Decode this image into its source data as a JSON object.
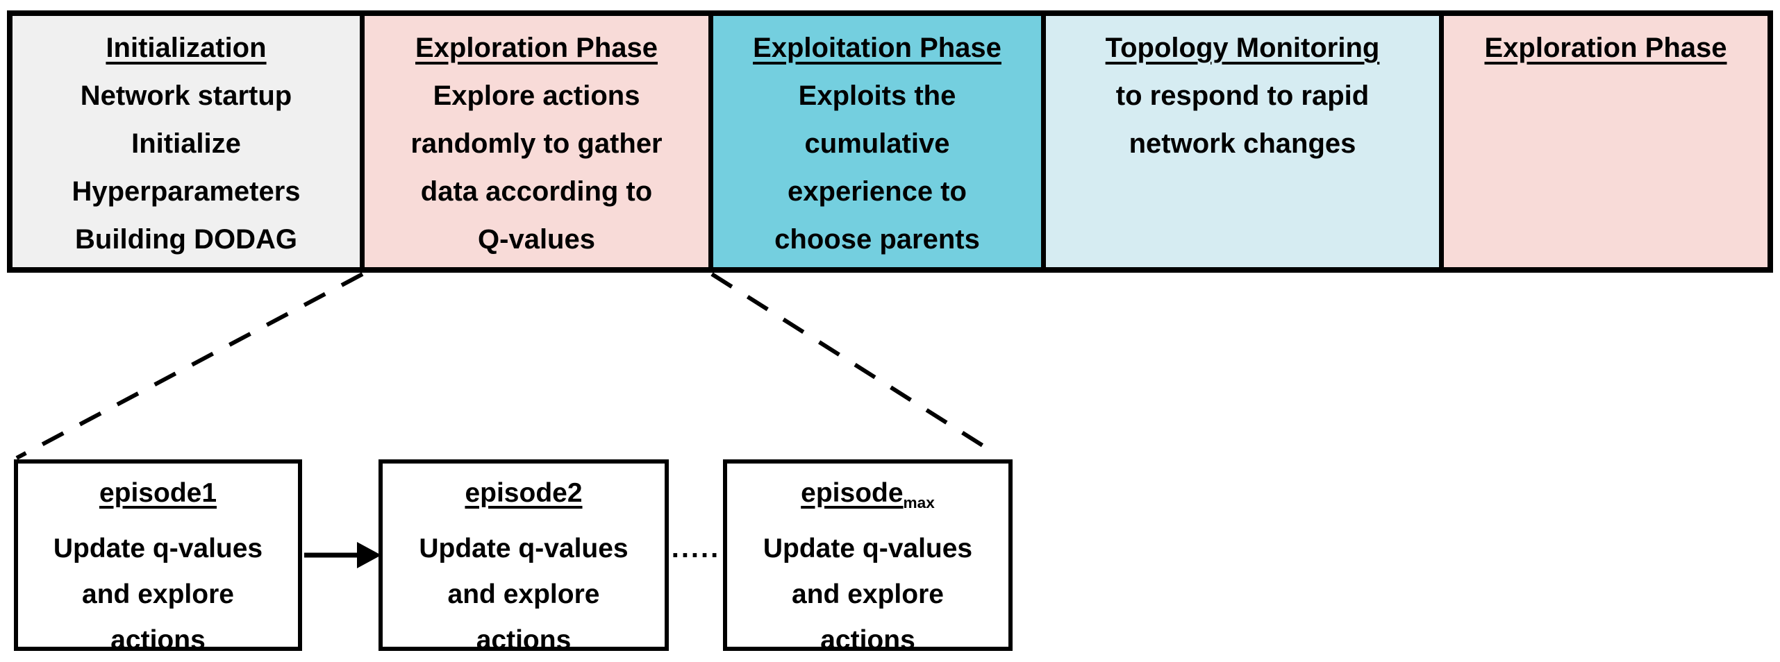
{
  "phases": [
    {
      "title": "Initialization",
      "lines": [
        "Network startup",
        "Initialize",
        "Hyperparameters",
        "Building DODAG"
      ],
      "bg": "#f0f0f0"
    },
    {
      "title": "Exploration Phase",
      "lines": [
        "Explore actions",
        "randomly to gather",
        "data according to",
        "Q-values"
      ],
      "bg": "#f8dbd8"
    },
    {
      "title": "Exploitation Phase",
      "lines": [
        "Exploits the",
        "cumulative",
        "experience to",
        "choose parents"
      ],
      "bg": "#74cfdf"
    },
    {
      "title": "Topology Monitoring",
      "lines": [
        "to respond to rapid",
        "network changes"
      ],
      "bg": "#d6ecf2"
    },
    {
      "title": "Exploration Phase",
      "lines": [],
      "bg": "#f8dbd8"
    }
  ],
  "episodes": [
    {
      "title": "episode1",
      "subscript": "",
      "lines": [
        "Update q-values",
        "and explore",
        "actions"
      ]
    },
    {
      "title": "episode2",
      "subscript": "",
      "lines": [
        "Update q-values",
        "and explore",
        "actions"
      ]
    },
    {
      "title": "episode",
      "subscript": "max",
      "lines": [
        "Update q-values",
        "and explore",
        "actions"
      ]
    }
  ],
  "separator_dots": ".....",
  "colors": {
    "border": "#000000",
    "text": "#000000",
    "background": "#ffffff",
    "phase_gray": "#f0f0f0",
    "phase_pink": "#f8dbd8",
    "phase_turquoise": "#74cfdf",
    "phase_pale_blue": "#d6ecf2"
  }
}
